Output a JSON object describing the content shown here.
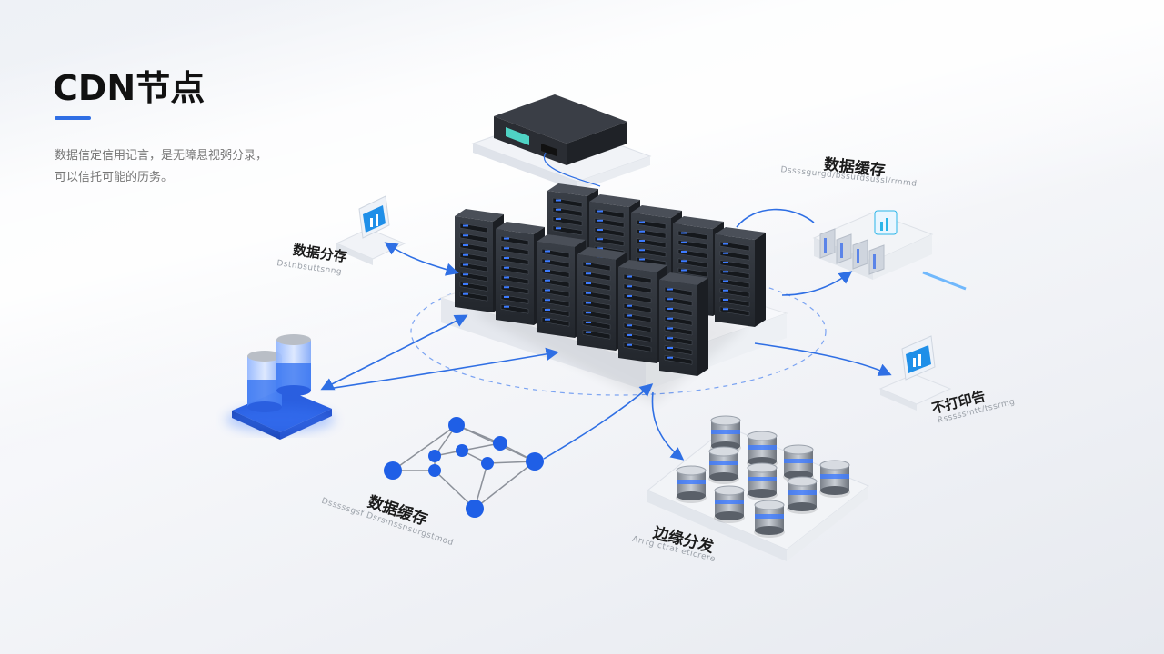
{
  "header": {
    "title": "CDN节点",
    "description_line1": "数据信定信用记言，是无障悬视粥分录，",
    "description_line2": "可以信托可能的历务。"
  },
  "labels": {
    "cache_top_right": {
      "text": "数据缓存",
      "sub": "Dssssgurgd/bssurdsussl/rmmd"
    },
    "distribute_left": {
      "text": "数据分存",
      "sub": "Dstnbsuttsnng"
    },
    "monitor_right": {
      "text": "不打印告",
      "sub": "Rsssssmtt/tssrmg"
    },
    "cache_bottom": {
      "text": "数据缓存",
      "sub": "Dsssssgsf Dsrsmssnsurgstmod"
    },
    "edge_distribute": {
      "text": "边缘分发",
      "sub": "Arrrg ctrat eticrere"
    }
  },
  "colors": {
    "accent": "#2f6fe4",
    "server_body": "#2b2f36",
    "led": "#3d7bff",
    "platform": "#f4f6f9"
  },
  "icons": [
    "server-rack-icon",
    "monitor-icon",
    "database-icon",
    "network-graph-icon",
    "storage-array-icon",
    "cylinder-node-icon"
  ]
}
